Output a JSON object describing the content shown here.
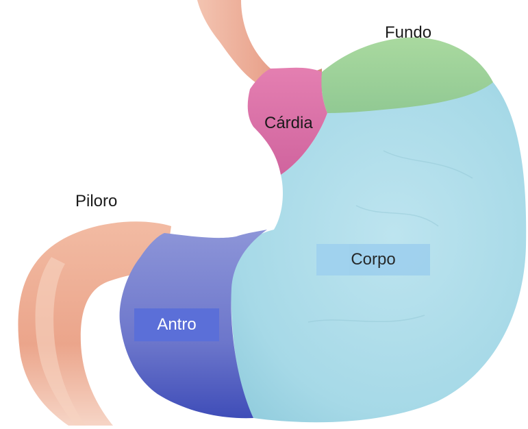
{
  "labels": {
    "fundo": "Fundo",
    "cardia": "Cárdia",
    "piloro": "Piloro",
    "corpo": "Corpo",
    "antro": "Antro"
  },
  "colors": {
    "esophagus": "#e9a993",
    "esophagus_dark": "#c97f6c",
    "duodenum": "#eeab90",
    "fundus": "#9fd29a",
    "cardia": "#dd6fa6",
    "body": "#a9dbe8",
    "antrum": "#6f79c9",
    "corpo_box": "#9fd0ec",
    "antro_box": "#5b6fd8",
    "antro_text": "#ffffff",
    "text": "#1a1a1a"
  }
}
